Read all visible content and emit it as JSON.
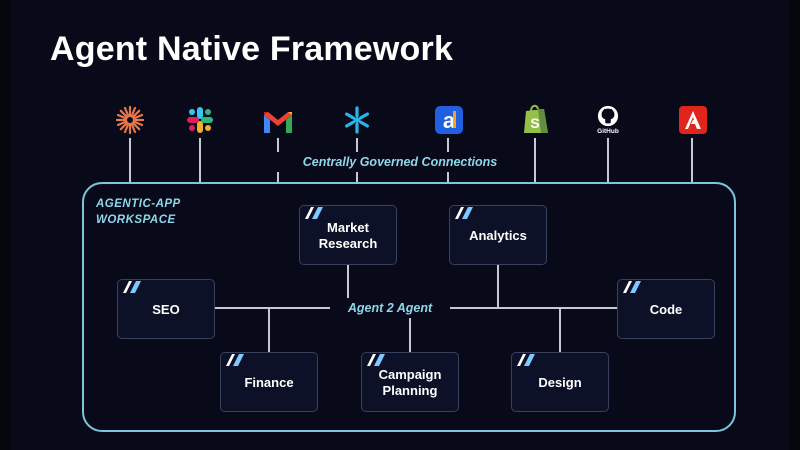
{
  "slide": {
    "title": "Agent Native Framework"
  },
  "integrations": {
    "icons": [
      "asterisk-burst-icon",
      "slack-icon",
      "gmail-icon",
      "snowflake-icon",
      "a-square-icon",
      "shopify-bag-icon",
      "github-icon",
      "adobe-icon"
    ],
    "github_caption": "GitHub",
    "governance_label": "Centrally Governed Connections"
  },
  "workspace": {
    "label_line1": "AGENTIC-APP",
    "label_line2": "WORKSPACE",
    "bus_label": "Agent 2 Agent",
    "agents": {
      "market_research": "Market\nResearch",
      "analytics": "Analytics",
      "seo": "SEO",
      "code": "Code",
      "finance": "Finance",
      "campaign_planning": "Campaign\nPlanning",
      "design": "Design"
    }
  },
  "colors": {
    "background": "#080a1a",
    "accent_cyan": "#8fd7ea",
    "workspace_border": "#7cc6dc",
    "agent_box": "#0d1128",
    "connector_gray": "#c5c9d6"
  }
}
